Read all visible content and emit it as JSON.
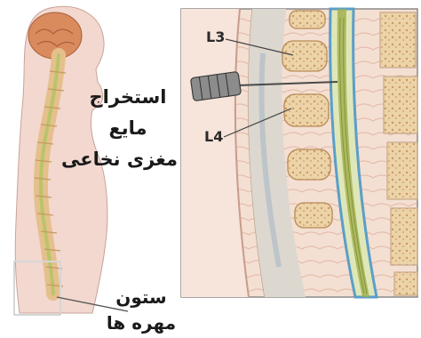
{
  "labels": {
    "procedure_line1": "استخراج",
    "procedure_line2": "مایع",
    "procedure_line3": "مغزی نخاعی",
    "column_line1": "ستون",
    "column_line2": "مهره ها",
    "vertebra_upper": "L3",
    "vertebra_lower": "L4"
  },
  "colors": {
    "skin": "#f2d8cf",
    "brain": "#d98b5e",
    "spinal_cord": "#b9c46a",
    "vertebra": "#e9c89a",
    "needle": "#4a4a4a",
    "csf_blue": "#5b9ec9"
  }
}
